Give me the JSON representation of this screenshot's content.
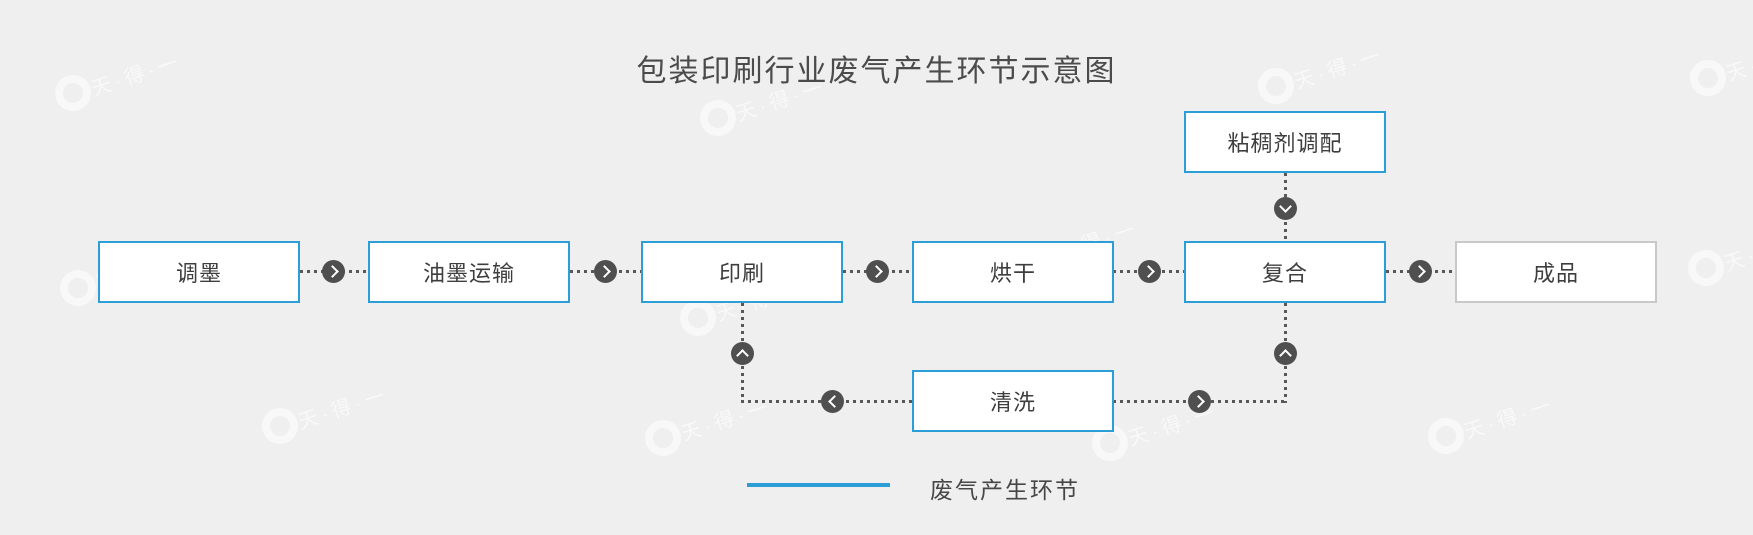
{
  "title": "包装印刷行业废气产生环节示意图",
  "flow": {
    "main": [
      {
        "label": "调墨",
        "waste_gas": true
      },
      {
        "label": "油墨运输",
        "waste_gas": true
      },
      {
        "label": "印刷",
        "waste_gas": true
      },
      {
        "label": "烘干",
        "waste_gas": true
      },
      {
        "label": "复合",
        "waste_gas": true
      },
      {
        "label": "成品",
        "waste_gas": false
      }
    ],
    "branches": [
      {
        "label": "粘稠剂调配",
        "waste_gas": true,
        "connects_to": "复合",
        "arrow_direction": "down"
      },
      {
        "label": "清洗",
        "waste_gas": true,
        "connects_to": [
          "印刷",
          "复合"
        ],
        "arrow_direction": "up"
      }
    ]
  },
  "legend": {
    "label": "废气产生环节"
  },
  "watermark": {
    "text": "天·得·一"
  },
  "colors": {
    "background": "#efefef",
    "waste_gas_border": "#2b9ed8",
    "normal_border": "#c8c8c8",
    "connector": "#585858",
    "arrow_circle": "#4f4f4f",
    "text": "#3e3e3e",
    "legend_line": "#2b9ed8"
  }
}
